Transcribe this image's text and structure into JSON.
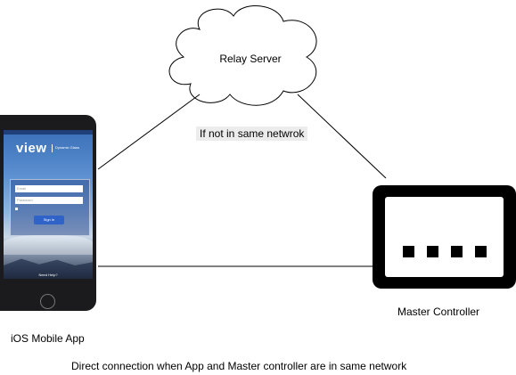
{
  "nodes": {
    "relay_server": {
      "label": "Relay Server"
    },
    "ios_app": {
      "label": "iOS Mobile App"
    },
    "master_controller": {
      "label": "Master Controller"
    }
  },
  "edges": {
    "relay_condition": "If not in same netwrok",
    "direct_condition": "Direct connection when App and Master controller are in same network"
  },
  "phone_screen": {
    "brand": "view",
    "brand_sub": "Dynamic Glass",
    "email_placeholder": "Email",
    "password_placeholder": "Password",
    "signin_label": "Sign In",
    "help_text": "Need Help?"
  }
}
